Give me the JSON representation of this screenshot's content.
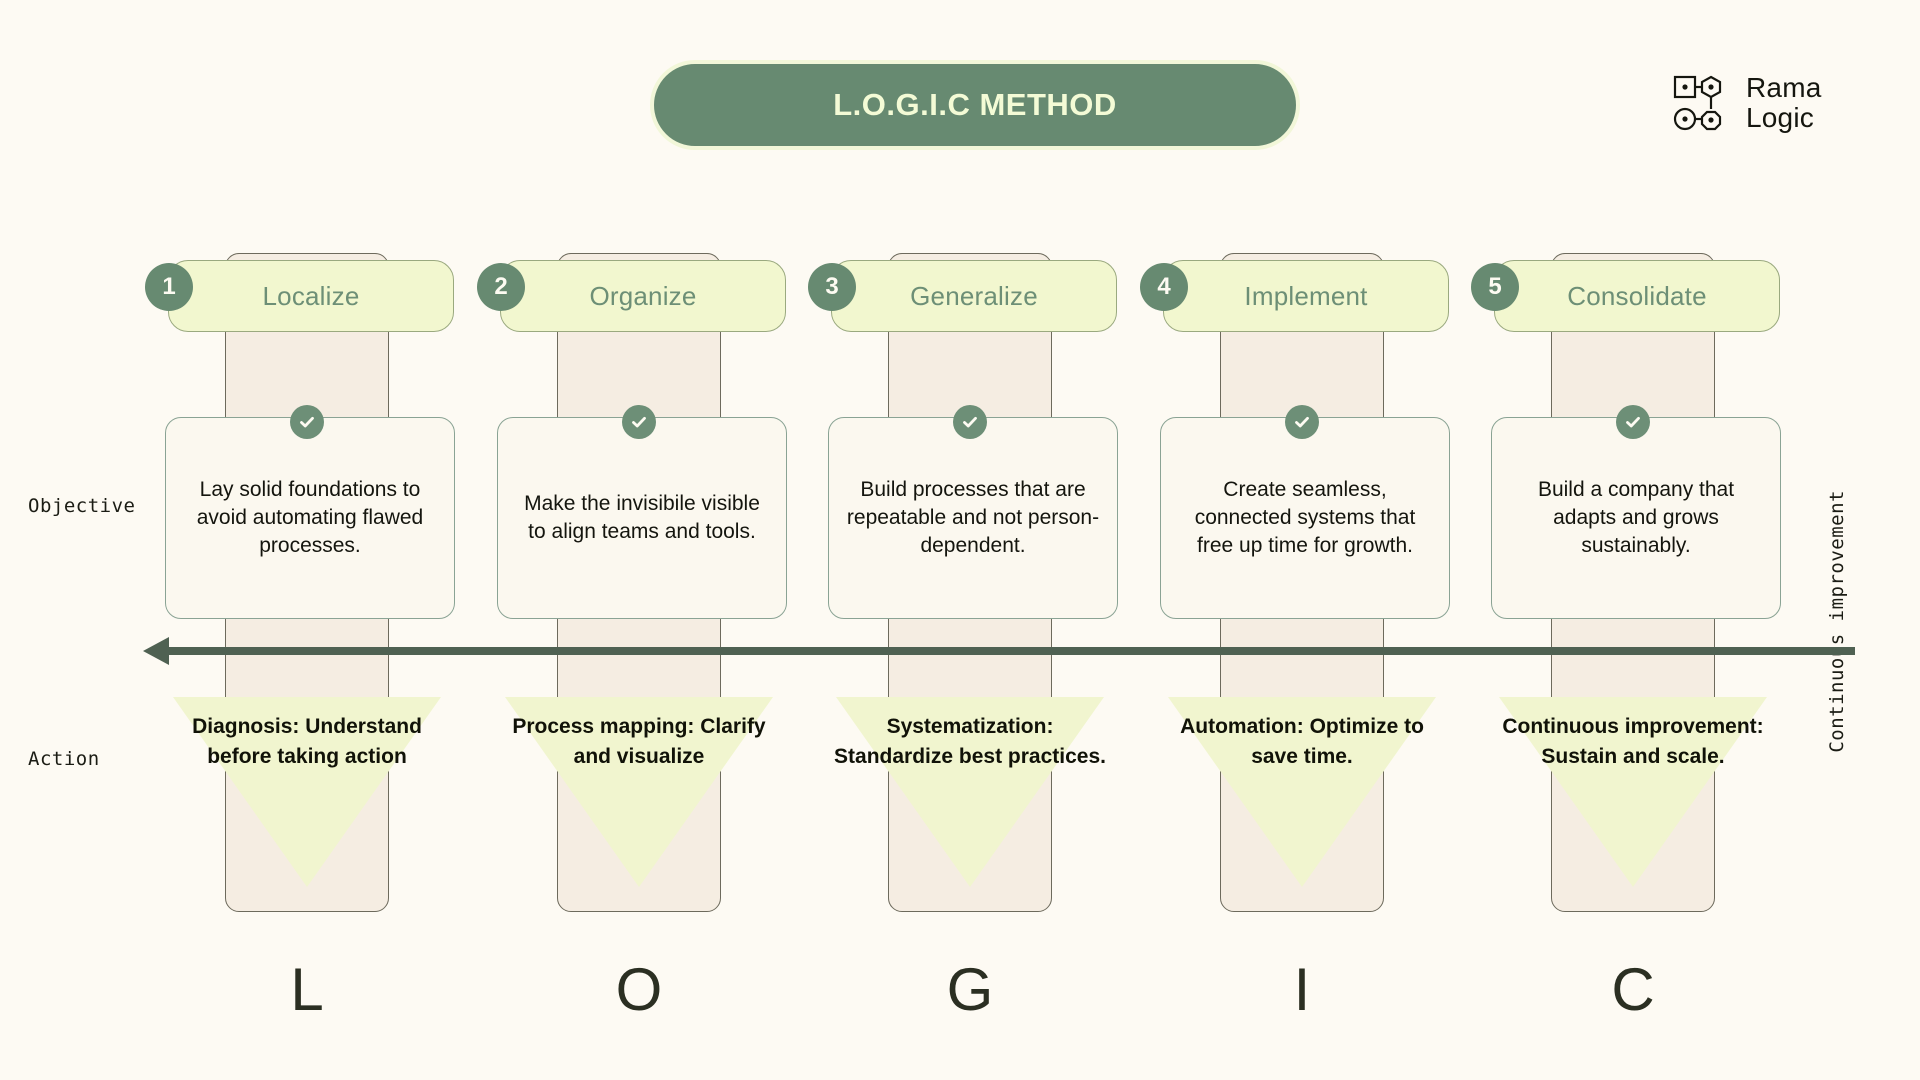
{
  "page": {
    "background_color": "#fdfaf3",
    "accent_green": "#678a71",
    "accent_lime": "#f2f7cf",
    "column_beige": "#f5ede2"
  },
  "header": {
    "title": "L.O.G.I.C METHOD",
    "logo": {
      "line1": "Rama",
      "line2": "Logic",
      "mark": "node-network-icon"
    }
  },
  "axis_labels": {
    "objective": "Objective",
    "action": "Action",
    "continuous": "Continuous improvement"
  },
  "arrow": {
    "name": "continuous-improvement-arrow",
    "direction": "left"
  },
  "steps": [
    {
      "number": "1",
      "name": "Localize",
      "letter": "L",
      "objective": "Lay solid foundations to avoid automating flawed processes.",
      "action": "Diagnosis: Understand before taking action",
      "check": "check-icon"
    },
    {
      "number": "2",
      "name": "Organize",
      "letter": "O",
      "objective": "Make the invisibile visible to align teams and tools.",
      "action": "Process mapping: Clarify and visualize",
      "check": "check-icon"
    },
    {
      "number": "3",
      "name": "Generalize",
      "letter": "G",
      "objective": "Build processes that are repeatable and not person-dependent.",
      "action": "Systematization: Standardize best practices.",
      "check": "check-icon"
    },
    {
      "number": "4",
      "name": "Implement",
      "letter": "I",
      "objective": "Create seamless, connected systems that free up time for growth.",
      "action": "Automation: Optimize to save time.",
      "check": "check-icon"
    },
    {
      "number": "5",
      "name": "Consolidate",
      "letter": "C",
      "objective": "Build a company that adapts and grows sustainably.",
      "action": "Continuous improvement: Sustain and scale.",
      "check": "check-icon"
    }
  ]
}
